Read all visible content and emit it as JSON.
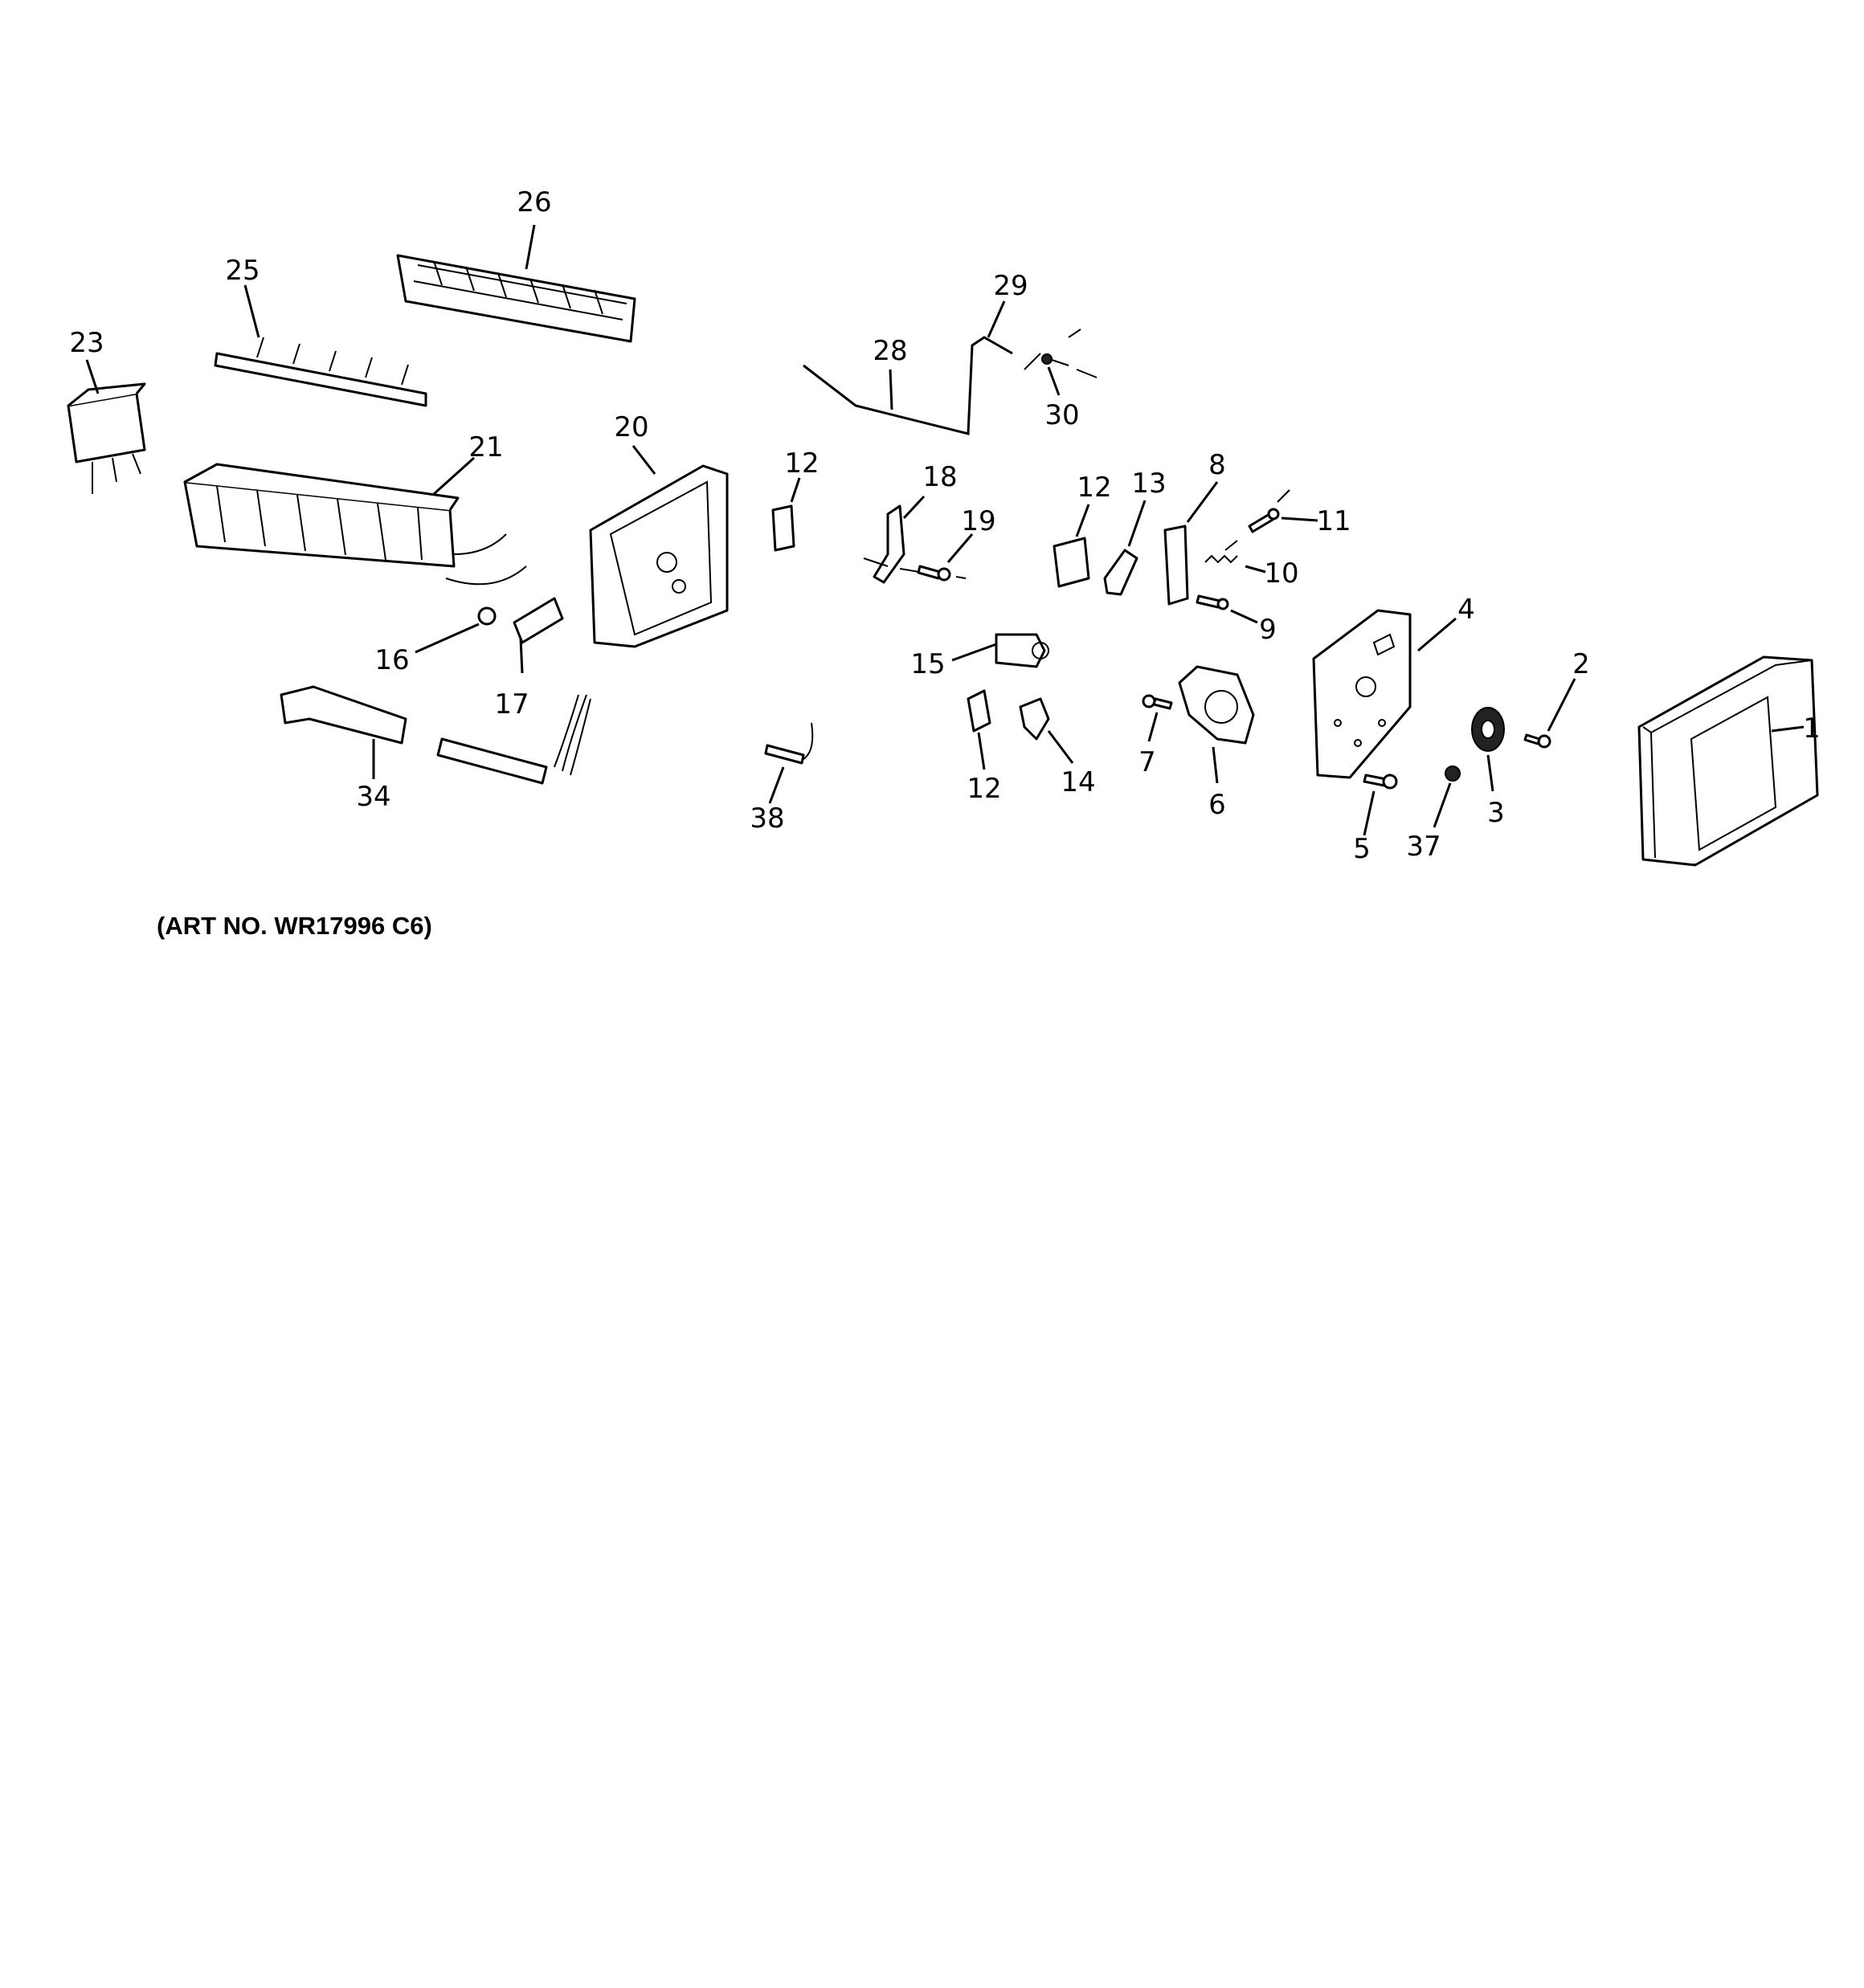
{
  "art_number": "(ART NO. WR17996 C6)",
  "callouts": {
    "c1": "1",
    "c2": "2",
    "c3": "3",
    "c4": "4",
    "c5": "5",
    "c6": "6",
    "c7": "7",
    "c8": "8",
    "c9": "9",
    "c10": "10",
    "c11": "11",
    "c12a": "12",
    "c12b": "12",
    "c12c": "12",
    "c13": "13",
    "c14": "14",
    "c15": "15",
    "c16": "16",
    "c17": "17",
    "c18": "18",
    "c19": "19",
    "c20": "20",
    "c21": "21",
    "c23": "23",
    "c25": "25",
    "c26": "26",
    "c28": "28",
    "c29": "29",
    "c30": "30",
    "c34": "34",
    "c37": "37",
    "c38": "38"
  }
}
